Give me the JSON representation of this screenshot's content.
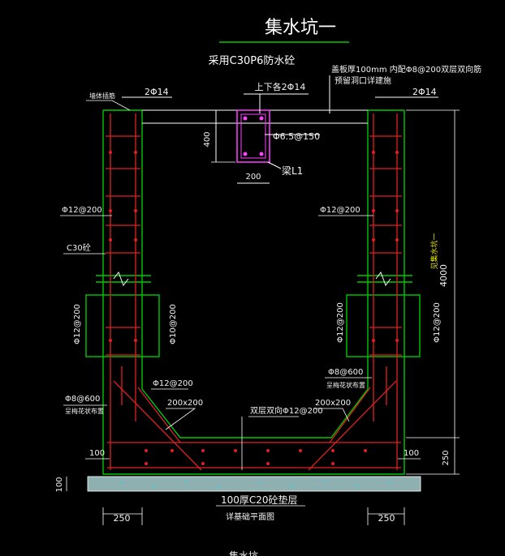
{
  "title": "集水坑一",
  "subtitle": "采用C30P6防水砼",
  "top_note": [
    "盖板厚100mm 内配Φ8@200双层双向筋",
    "预留洞口详建施"
  ],
  "callouts": {
    "top_left_anchor": "墙体插筋",
    "top_left_bar": "2Φ14",
    "top_right_bar": "2Φ14",
    "beam_top_bars": "上下各2Φ14",
    "beam_stirrup": "Φ6.5@150",
    "beam_label": "梁L1",
    "beam_height": "400",
    "beam_width": "200",
    "wall_left_bar": "Φ12@200",
    "wall_right_bar": "Φ12@200",
    "concrete_grade": "C30砼",
    "left_vertical_a": "Φ12@200",
    "left_vertical_b": "Φ10@200",
    "right_vertical_a": "Φ12@200",
    "right_vertical_b": "Φ12@200",
    "left_tie": "Φ8@600",
    "left_tie_note": "呈梅花状布置",
    "right_tie": "Φ8@600",
    "right_tie_note": "呈梅花状布置",
    "left_haunch_bar": "Φ12@200",
    "left_haunch_dim": "200x200",
    "right_haunch_dim": "200x200",
    "bottom_bars": "双层双向Φ12@200",
    "dim_100_left": "100",
    "dim_100_right": "100",
    "dim_250_bottom": "250",
    "dim_100_base": "100",
    "base_label": "100厚C20砼垫层",
    "foundation_label": "详基础平面图",
    "dim_250_left": "250",
    "dim_250_right": "250",
    "dim_4000": "4000",
    "dim_4000_note": "见集水坑一",
    "bottom_cut": "集水坑"
  },
  "colors": {
    "background": "#000000",
    "concrete": "#00c800",
    "rebar": "#e02020",
    "dimension": "#ffffff",
    "beam_outline": "#ff40ff",
    "base_fill": "#8fb0b0",
    "note_yellow": "#e6e600"
  }
}
